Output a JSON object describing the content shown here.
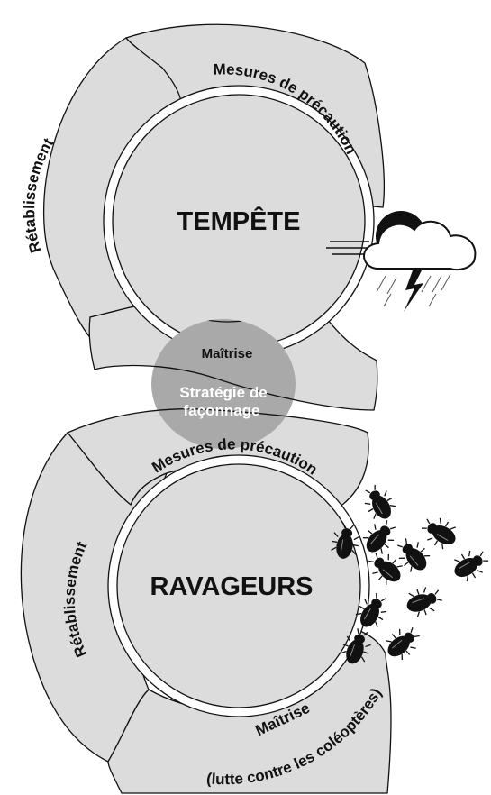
{
  "storm_cycle": {
    "center": "TEMPÊTE",
    "precaution": "Mesures de précaution",
    "recovery": "Rétablissement",
    "control": "Maîtrise"
  },
  "overlap": {
    "line1": "Stratégie de",
    "line2": "façonnage"
  },
  "pest_cycle": {
    "center": "RAVAGEURS",
    "precaution": "Mesures de précaution",
    "recovery": "Rétablissement",
    "control": "Maîtrise",
    "control_detail": "(lutte contre les coléoptères)"
  },
  "colors": {
    "segment_fill": "#dcdcdc",
    "overlap_fill": "#a9a9a9",
    "outline": "#111111",
    "beetle": "#111111"
  },
  "icons": [
    "storm-cloud-icon",
    "bark-beetle-icon"
  ]
}
